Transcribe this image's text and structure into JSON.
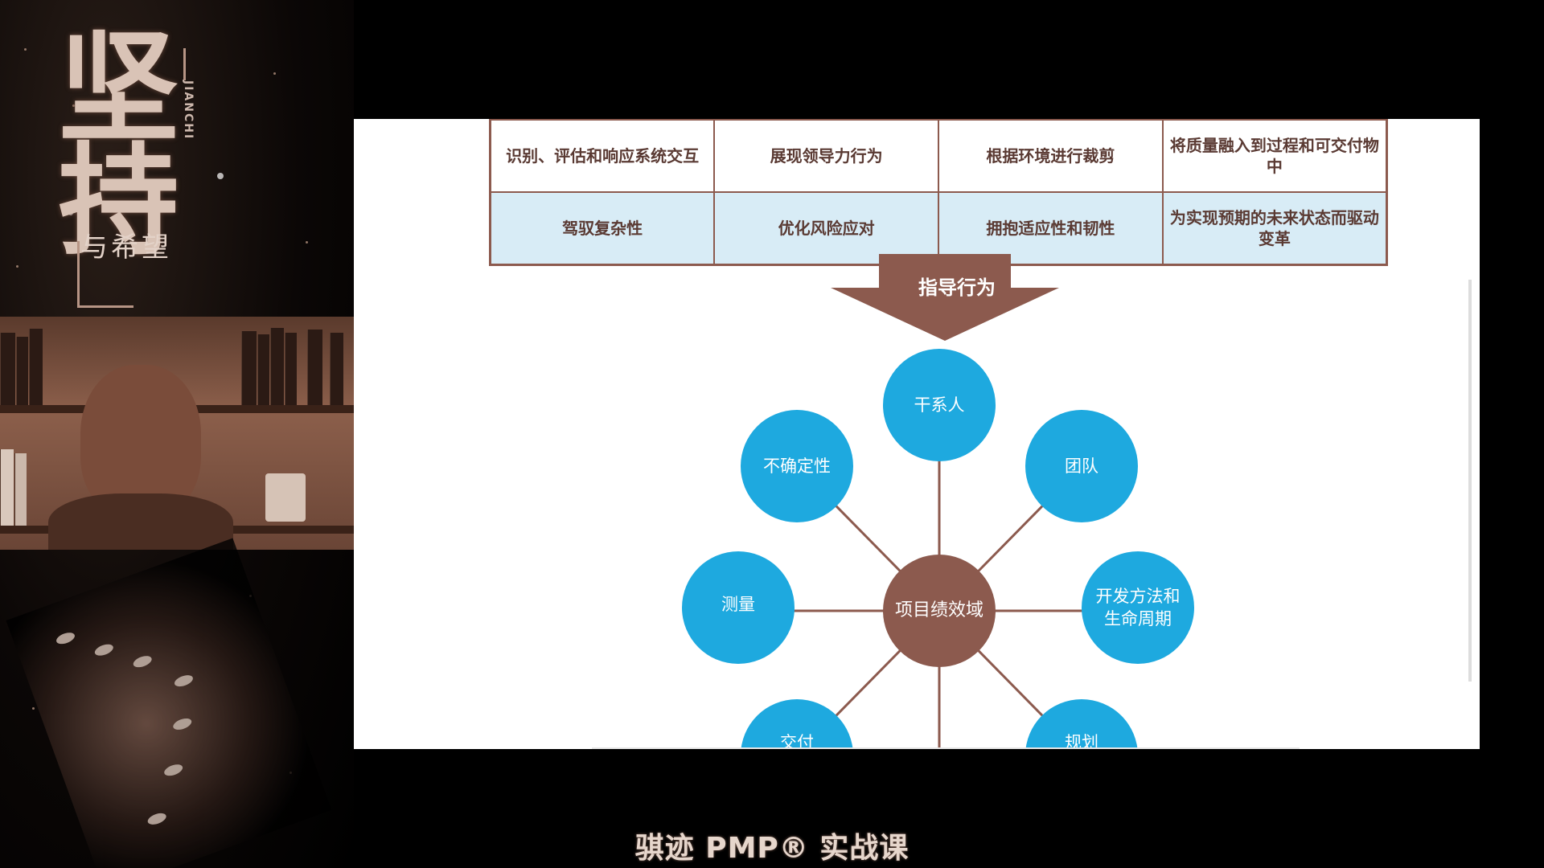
{
  "poster": {
    "title": "坚持",
    "pinyin": "JIANCHI",
    "subtitle": "与希望"
  },
  "principles": {
    "row1": [
      "识别、评估和响应系统交互",
      "展现领导力行为",
      "根据环境进行裁剪",
      "将质量融入到过程和可交付物中"
    ],
    "row2": [
      "驾驭复杂性",
      "优化风险应对",
      "拥抱适应性和韧性",
      "为实现预期的未来状态而驱动变革"
    ]
  },
  "arrow_label": "指导行为",
  "domains": {
    "center": "项目绩效域",
    "top": "干系人",
    "upper_right": "团队",
    "right": "开发方法和生命周期",
    "lower_right": "规划",
    "lower_left": "交付",
    "left": "测量",
    "upper_left": "不确定性"
  },
  "colors": {
    "node_blue": "#1ea9df",
    "center_brown": "#8c5a4e",
    "table_border": "#8c5a4e",
    "background": "#000000"
  },
  "caption": "骐迹 PMP® 实战课"
}
